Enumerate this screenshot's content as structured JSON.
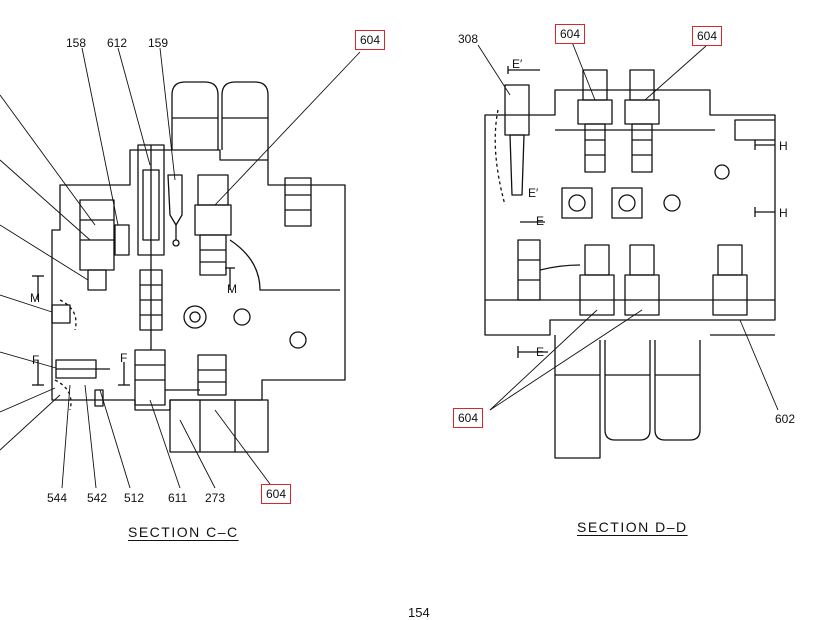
{
  "left": {
    "labels": {
      "l158": "158",
      "l612": "612",
      "l159": "159",
      "l604a": "604",
      "l544": "544",
      "l542": "542",
      "l512": "512",
      "l611": "611",
      "l273": "273",
      "l604b": "604",
      "mTop": "M",
      "mRight": "M",
      "f1": "F",
      "f2": "F"
    },
    "section_title": "SECTION  C–C"
  },
  "right": {
    "labels": {
      "l308": "308",
      "l604a": "604",
      "l604b": "604",
      "l604c": "604",
      "l602": "602",
      "eTop": "E′",
      "eMid": "E′",
      "eSide": "E",
      "eBottom": "E",
      "h1": "H",
      "h2": "H"
    },
    "section_title": "SECTION  D–D"
  },
  "page_number": "154",
  "colors": {
    "line": "#111111",
    "highlight": "#d8262c"
  }
}
